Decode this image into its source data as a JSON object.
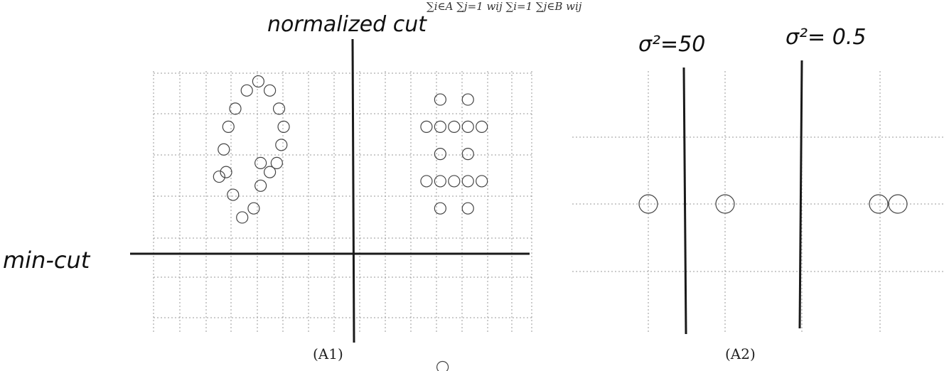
{
  "top_formula": "∑i∈A ∑j=1 wij      ∑i=1 ∑j∈B wij",
  "panel_a1": {
    "caption": "(A1)",
    "label_normalized_cut": "normalized cut",
    "label_min_cut": "min-cut",
    "points": [
      [
        3,
        -3.6
      ],
      [
        3.5,
        -3.8
      ],
      [
        4,
        -3.6
      ],
      [
        4.4,
        -3.2
      ],
      [
        4.6,
        -2.8
      ],
      [
        4.5,
        -2.4
      ],
      [
        4.3,
        -2.0
      ],
      [
        4.0,
        -1.8
      ],
      [
        3.6,
        -1.5
      ],
      [
        3.3,
        -1.0
      ],
      [
        2.8,
        -0.8
      ],
      [
        2.4,
        -1.3
      ],
      [
        1.8,
        -1.7
      ],
      [
        2.0,
        -2.3
      ],
      [
        2.2,
        -2.8
      ],
      [
        2.5,
        -3.2
      ],
      [
        2.1,
        -1.8
      ],
      [
        3.6,
        -2.0
      ],
      [
        11.4,
        -3.4
      ],
      [
        12.6,
        -3.4
      ],
      [
        10.8,
        -2.8
      ],
      [
        11.4,
        -2.8
      ],
      [
        12.0,
        -2.8
      ],
      [
        12.6,
        -2.8
      ],
      [
        13.2,
        -2.8
      ],
      [
        11.4,
        -2.2
      ],
      [
        12.6,
        -2.2
      ],
      [
        10.8,
        -1.6
      ],
      [
        11.4,
        -1.6
      ],
      [
        12.0,
        -1.6
      ],
      [
        12.6,
        -1.6
      ],
      [
        13.2,
        -1.6
      ],
      [
        11.4,
        -1.0
      ],
      [
        12.6,
        -1.0
      ],
      [
        11.5,
        2.5
      ]
    ]
  },
  "panel_a2": {
    "caption": "(A2)",
    "label_sigma_50": "σ²=50",
    "label_sigma_05": "σ²= 0.5",
    "points": [
      [
        0,
        0
      ],
      [
        1,
        0
      ],
      [
        3,
        0
      ],
      [
        3.25,
        0
      ]
    ]
  }
}
